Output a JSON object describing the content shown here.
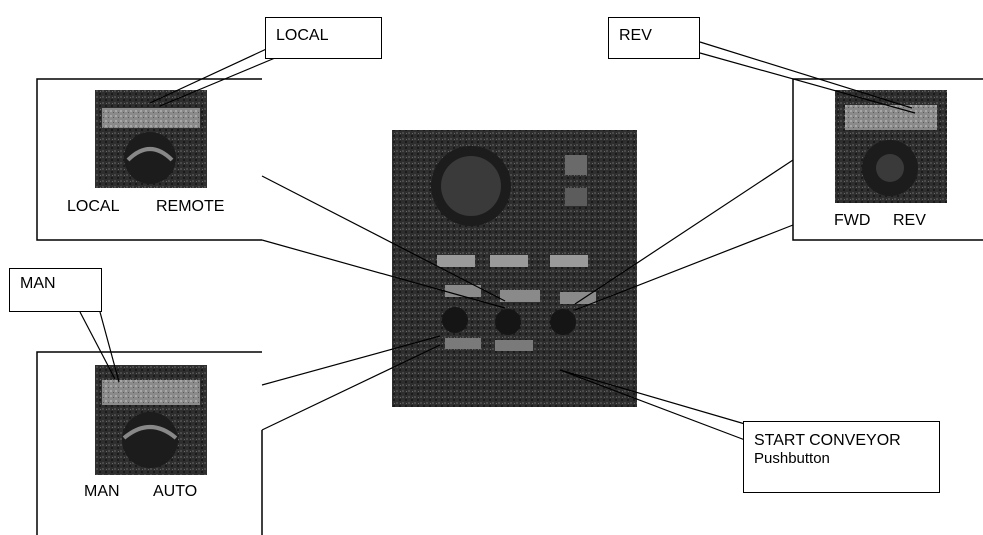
{
  "callouts": {
    "local": "LOCAL",
    "rev": "REV",
    "man": "MAN",
    "start_line1": "START CONVEYOR",
    "start_line2": "Pushbutton"
  },
  "panels": {
    "local_remote": {
      "left_label": "LOCAL",
      "right_label": "REMOTE"
    },
    "fwd_rev": {
      "left_label": "FWD",
      "right_label": "REV"
    },
    "man_auto": {
      "left_label": "MAN",
      "right_label": "AUTO"
    }
  }
}
